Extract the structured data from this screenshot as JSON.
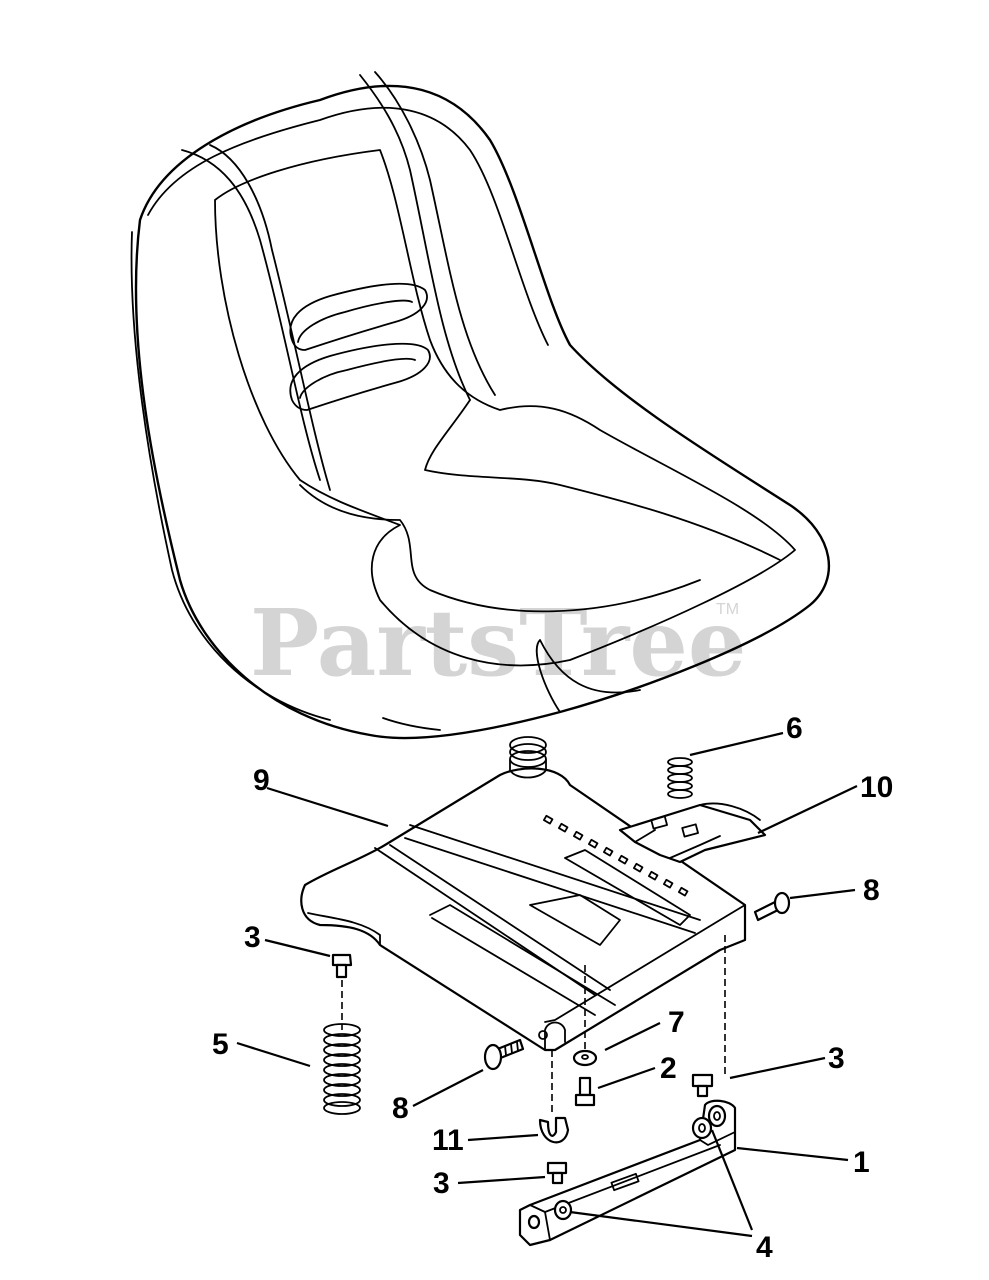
{
  "watermark": {
    "text": "PartsTree",
    "tm": "TM"
  },
  "callouts": {
    "c1": "1",
    "c2": "2",
    "c3a": "3",
    "c3b": "3",
    "c3c": "3",
    "c4": "4",
    "c5": "5",
    "c6": "6",
    "c7": "7",
    "c8a": "8",
    "c8b": "8",
    "c9": "9",
    "c10": "10",
    "c11": "11"
  }
}
